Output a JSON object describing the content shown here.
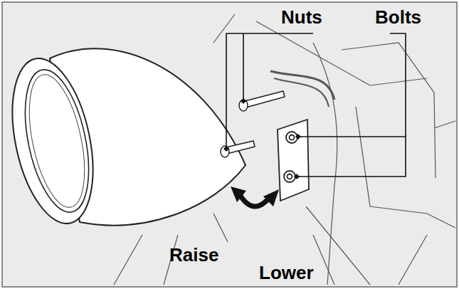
{
  "diagram": {
    "labels": [
      "Nuts",
      "Bolts",
      "Raise",
      "Lower"
    ]
  }
}
